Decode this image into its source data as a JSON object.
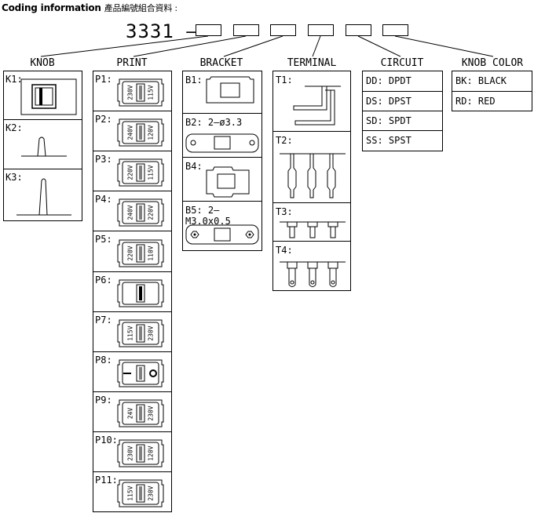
{
  "title": {
    "en": "Coding information",
    "cn": "產品編號組合資料 :"
  },
  "code": {
    "prefix": "3331 –"
  },
  "columns": {
    "knob": {
      "header": "KNOB",
      "items": [
        {
          "label": "K1:"
        },
        {
          "label": "K2:"
        },
        {
          "label": "K3:"
        }
      ]
    },
    "print": {
      "header": "PRINT",
      "items": [
        {
          "label": "P1:",
          "left": "230V",
          "right": "115V"
        },
        {
          "label": "P2:",
          "left": "240V",
          "right": "120V"
        },
        {
          "label": "P3:",
          "left": "220V",
          "right": "115V"
        },
        {
          "label": "P4:",
          "left": "240V",
          "right": "220V"
        },
        {
          "label": "P5:",
          "left": "220V",
          "right": "110V"
        },
        {
          "label": "P6:",
          "left": "",
          "right": ""
        },
        {
          "label": "P7:",
          "left": "115V",
          "right": "230V"
        },
        {
          "label": "P8:",
          "left": "",
          "right": ""
        },
        {
          "label": "P9:",
          "left": "24V",
          "right": "230V"
        },
        {
          "label": "P10:",
          "left": "230V",
          "right": "120V"
        },
        {
          "label": "P11:",
          "left": "115V",
          "right": "230V"
        }
      ]
    },
    "bracket": {
      "header": "BRACKET",
      "items": [
        {
          "label": "B1:"
        },
        {
          "label": "B2:  2–ø3.3"
        },
        {
          "label": "B4:"
        },
        {
          "label": "B5:  2–M3.0x0.5"
        }
      ]
    },
    "terminal": {
      "header": "TERMINAL",
      "items": [
        {
          "label": "T1:"
        },
        {
          "label": "T2:"
        },
        {
          "label": "T3:"
        },
        {
          "label": "T4:"
        }
      ]
    },
    "circuit": {
      "header": "CIRCUIT",
      "items": [
        {
          "text": "DD:  DPDT"
        },
        {
          "text": "DS:  DPST"
        },
        {
          "text": "SD:  SPDT"
        },
        {
          "text": "SS:  SPST"
        }
      ]
    },
    "knob_color": {
      "header": "KNOB  COLOR",
      "items": [
        {
          "text": "BK:  BLACK"
        },
        {
          "text": "RD:  RED"
        }
      ]
    }
  }
}
